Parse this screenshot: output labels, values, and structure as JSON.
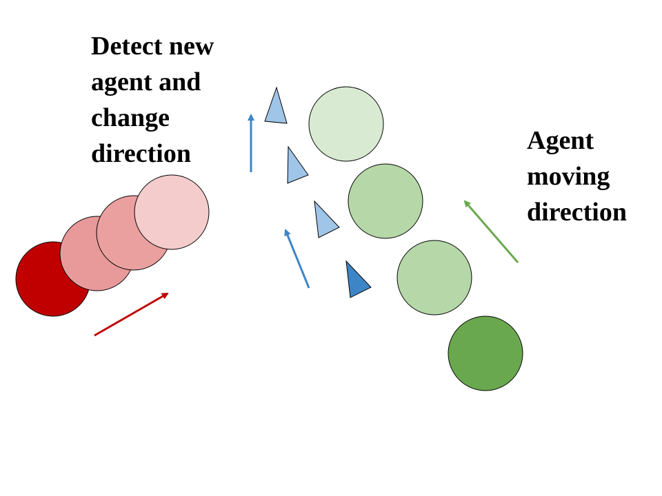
{
  "labels": {
    "left": [
      "Detect new",
      "agent and",
      "change",
      "direction"
    ],
    "right": [
      "Agent",
      "moving",
      "direction"
    ]
  },
  "colors": {
    "red_dark": "#c00000",
    "red_mid": "#e89a9a",
    "red_light": "#eba0a0",
    "red_pale": "#f4cccc",
    "green_dark": "#6aa84f",
    "green_mid": "#b6d7a8",
    "green_pale": "#d9ead3",
    "blue_dark": "#3d85c6",
    "blue_light": "#9fc5e8",
    "arrow_red": "#c00000",
    "arrow_blue": "#3d85c6",
    "arrow_green": "#6aa84f"
  }
}
